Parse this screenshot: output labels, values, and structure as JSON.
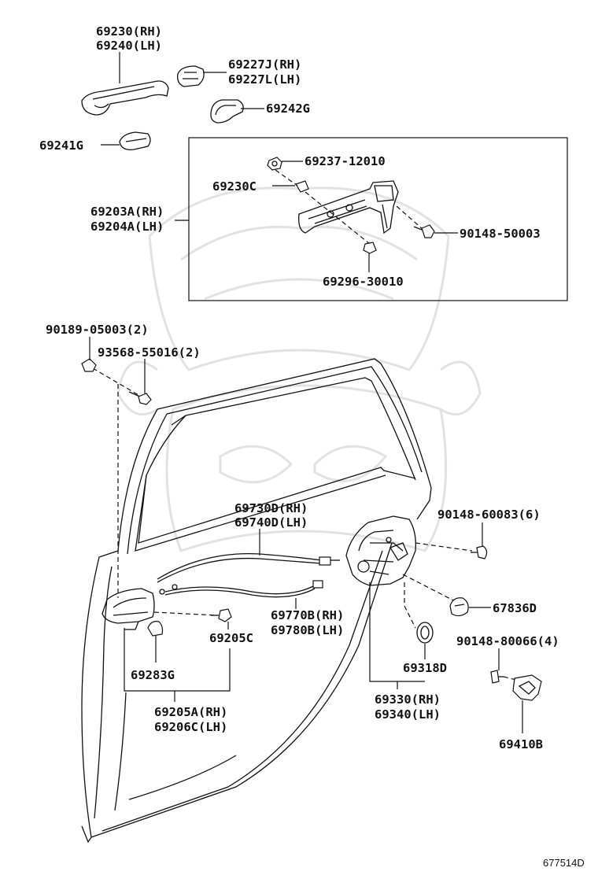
{
  "labels": {
    "p69230": "69230(RH)",
    "p69240": "69240(LH)",
    "p69227J": "69227J(RH)",
    "p69227L": "69227L(LH)",
    "p69242G": "69242G",
    "p69241G": "69241G",
    "p69237": "69237-12010",
    "p69230C": "69230C",
    "p69203A": "69203A(RH)",
    "p69204A": "69204A(LH)",
    "p90148_50003": "90148-50003",
    "p69296": "69296-30010",
    "p90189": "90189-05003(2)",
    "p93568": "93568-55016(2)",
    "p69730D": "69730D(RH)",
    "p69740D": "69740D(LH)",
    "p90148_60083": "90148-60083(6)",
    "p69770B": "69770B(RH)",
    "p69780B": "69780B(LH)",
    "p67836D": "67836D",
    "p69205C": "69205C",
    "p69283G": "69283G",
    "p69318D": "69318D",
    "p90148_80066": "90148-80066(4)",
    "p69205A": "69205A(RH)",
    "p69206C": "69206C(LH)",
    "p69330": "69330(RH)",
    "p69340": "69340(LH)",
    "p69410B": "69410B"
  },
  "diagram_code": "677514D"
}
